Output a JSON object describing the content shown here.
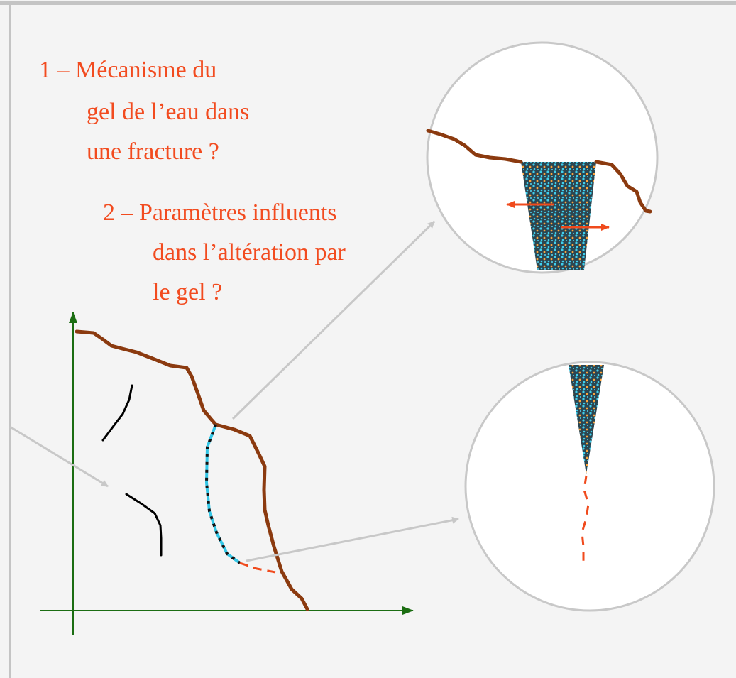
{
  "question1": {
    "line1": "1 – Mécanisme du",
    "line2": "gel de l’eau dans",
    "line3": "une fracture ?"
  },
  "question2": {
    "line1": "2 – Paramètres influents",
    "line2": "dans l’altération par",
    "line3": "le gel ?"
  },
  "colors": {
    "text": "#f24b1f",
    "axes": "#1b6d12",
    "fracture_brown": "#8b3a0f",
    "water": "#33c6e6",
    "ice_dark": "#2c4651",
    "connector_gray": "#c8c8c8",
    "propagation_red": "#f04a1c"
  }
}
